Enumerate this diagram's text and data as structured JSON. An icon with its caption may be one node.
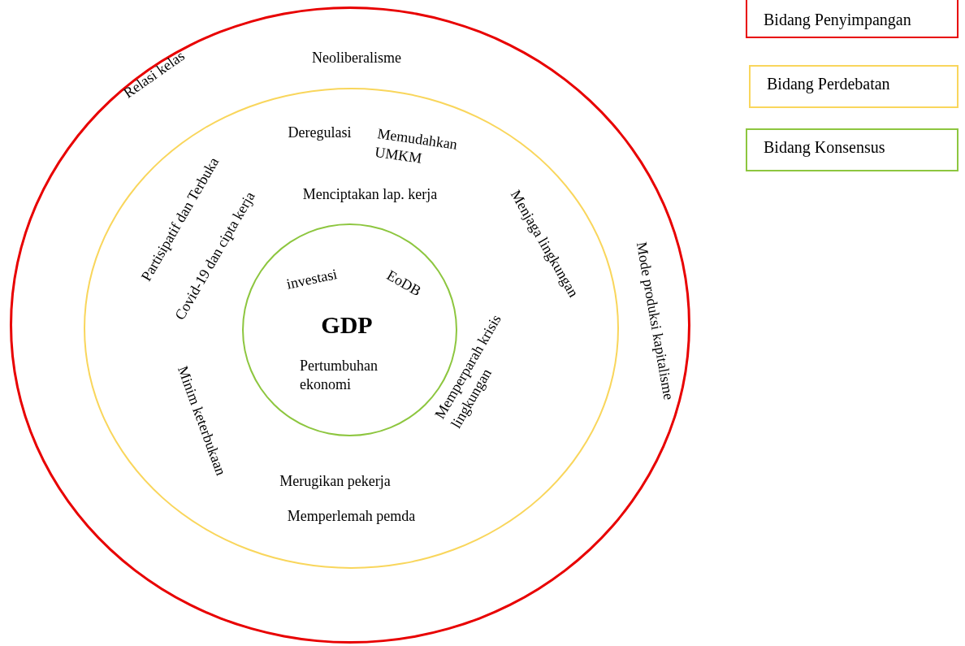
{
  "diagram": {
    "nodes": [
      {
        "text": [
          "Neoliberalisme",
          "Relasi kelas",
          "Mode produksi kapitalisme"
        ]
      },
      {
        "text": [
          "Deregulasi",
          "Memudahkan UMKM",
          "Menciptakan lap. kerja",
          "Partisipatif dan Terbuka",
          "Covid-19 dan cipta kerja",
          "Menjaga lingkungan",
          "Memperparah krisis lingkungan",
          "Minim keterbukaan",
          "Merugikan pekerja",
          "Memperlemah pemda"
        ],
        "in": 0
      },
      {
        "text": [
          "investasi",
          "EoDB",
          "GDP",
          "Pertumbuhan ekonomi"
        ],
        "in": 1
      }
    ],
    "edges": [],
    "legend": [
      {
        "text": "Bidang Penyimpangan",
        "color": "#e80000"
      },
      {
        "text": "Bidang Perdebatan",
        "color": "#f9d65c"
      },
      {
        "text": "Bidang Konsensus",
        "color": "#8dc63f"
      }
    ]
  }
}
